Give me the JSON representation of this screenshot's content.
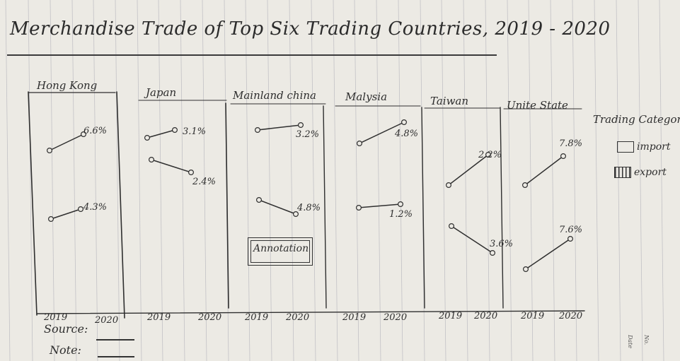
{
  "page": {
    "title": "Merchandise Trade of Top Six Trading Countries, 2019 - 2020",
    "annotation": "Annotation",
    "footer": {
      "source": "Source:",
      "note": "Note:"
    },
    "corner": {
      "no": "No.",
      "date": "Date"
    }
  },
  "legend": {
    "title": "Trading Category",
    "items": [
      {
        "name": "import",
        "style": "empty"
      },
      {
        "name": "export",
        "style": "striped"
      }
    ]
  },
  "chart_data": {
    "type": "line",
    "title": "Merchandise Trade of Top Six Trading Countries, 2019 - 2020",
    "x": [
      "2019",
      "2020"
    ],
    "panels": [
      {
        "name": "Hong Kong",
        "series": [
          {
            "name": "import",
            "label": "6.6%"
          },
          {
            "name": "export",
            "label": "4.3%"
          }
        ]
      },
      {
        "name": "Japan",
        "series": [
          {
            "name": "import",
            "label": "3.1%"
          },
          {
            "name": "export",
            "label": "2.4%"
          }
        ]
      },
      {
        "name": "Mainland china",
        "series": [
          {
            "name": "import",
            "label": "3.2%"
          },
          {
            "name": "export",
            "label": "4.8%"
          }
        ]
      },
      {
        "name": "Malysia",
        "series": [
          {
            "name": "import",
            "label": "4.8%"
          },
          {
            "name": "export",
            "label": "1.2%"
          }
        ]
      },
      {
        "name": "Taiwan",
        "series": [
          {
            "name": "import",
            "label": "2.2%"
          },
          {
            "name": "export",
            "label": "3.6%"
          }
        ]
      },
      {
        "name": "Unite State",
        "series": [
          {
            "name": "import",
            "label": "7.8%"
          },
          {
            "name": "export",
            "label": "7.6%"
          }
        ]
      }
    ],
    "legend": "right",
    "colors": {
      "ink": "#2f2f2f",
      "paper": "#eceae4",
      "rule": "#9a9aa6"
    }
  }
}
